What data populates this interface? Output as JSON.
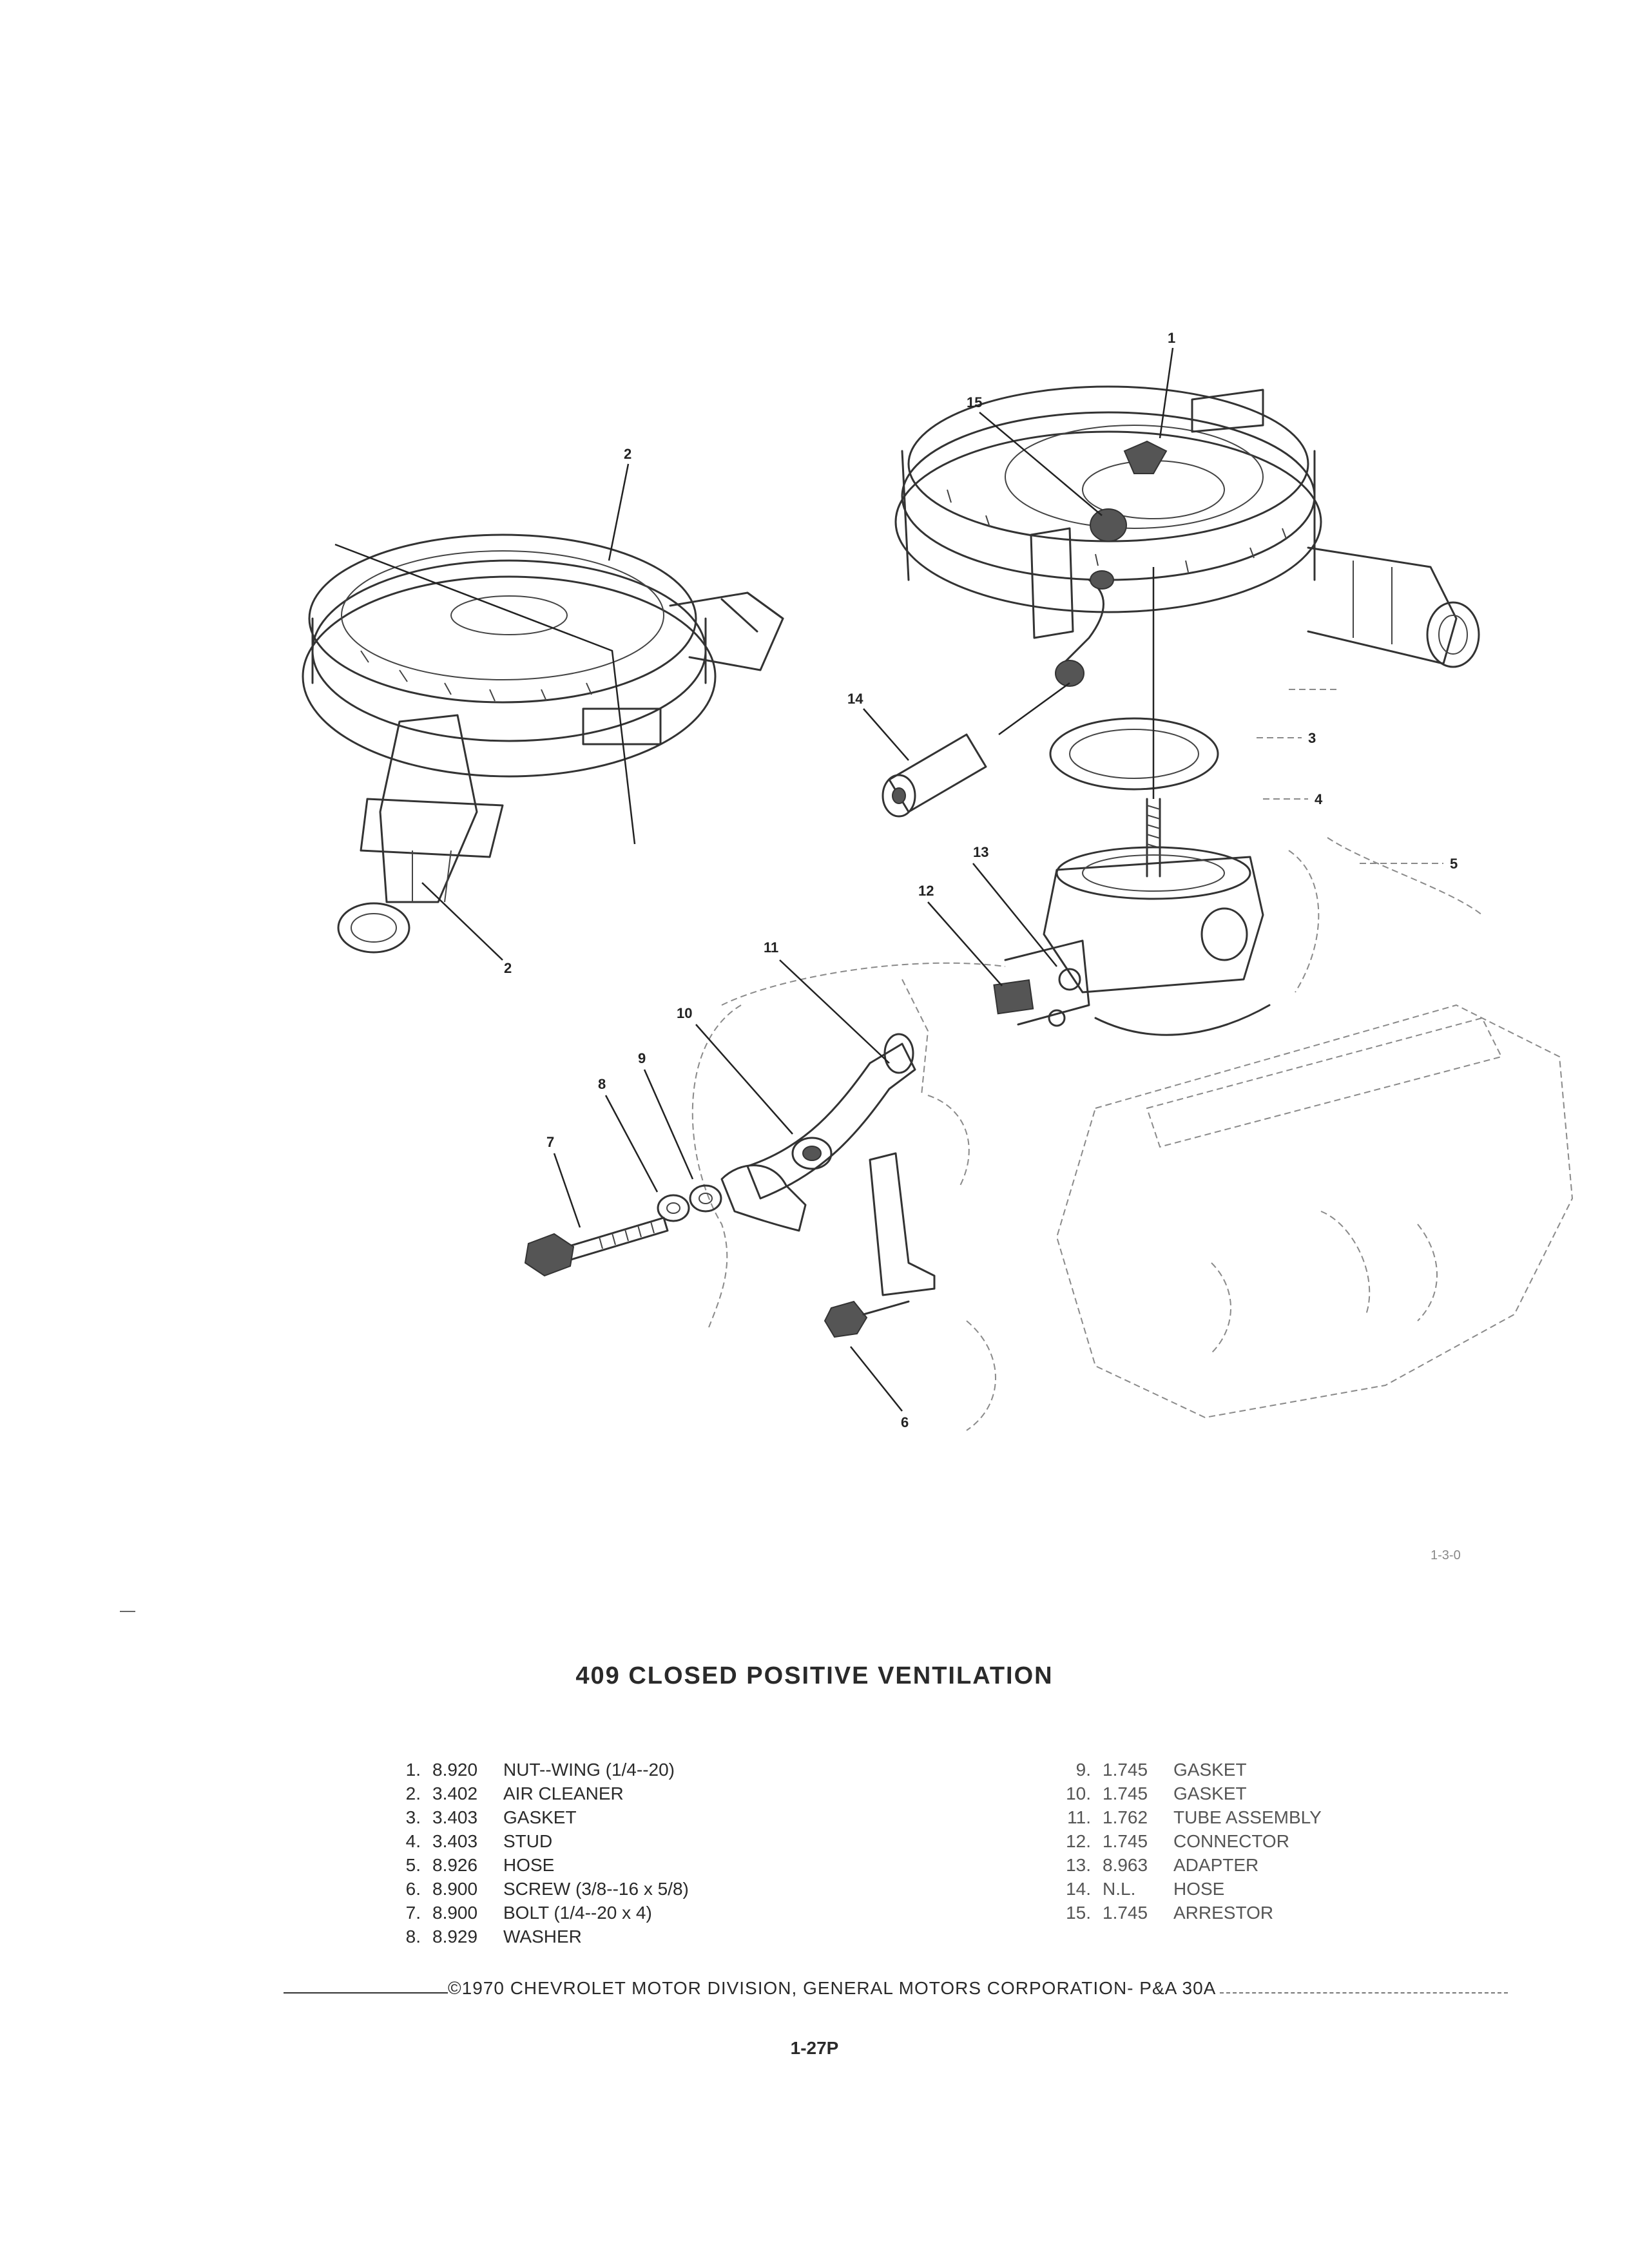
{
  "figure": {
    "callouts": [
      "1",
      "2",
      "2",
      "3",
      "4",
      "5",
      "6",
      "7",
      "8",
      "9",
      "10",
      "11",
      "12",
      "13",
      "14",
      "15"
    ],
    "corner_code": "1-3-0"
  },
  "title": "409 CLOSED POSITIVE VENTILATION",
  "parts": {
    "left": [
      {
        "num": "1.",
        "group": "8.920",
        "name": "NUT--WING (1/4--20)"
      },
      {
        "num": "2.",
        "group": "3.402",
        "name": "AIR CLEANER"
      },
      {
        "num": "3.",
        "group": "3.403",
        "name": "GASKET"
      },
      {
        "num": "4.",
        "group": "3.403",
        "name": "STUD"
      },
      {
        "num": "5.",
        "group": "8.926",
        "name": "HOSE"
      },
      {
        "num": "6.",
        "group": "8.900",
        "name": "SCREW (3/8--16 x 5/8)"
      },
      {
        "num": "7.",
        "group": "8.900",
        "name": "BOLT (1/4--20 x 4)"
      },
      {
        "num": "8.",
        "group": "8.929",
        "name": "WASHER"
      }
    ],
    "right": [
      {
        "num": "9.",
        "group": "1.745",
        "name": "GASKET"
      },
      {
        "num": "10.",
        "group": "1.745",
        "name": "GASKET"
      },
      {
        "num": "11.",
        "group": "1.762",
        "name": "TUBE ASSEMBLY"
      },
      {
        "num": "12.",
        "group": "1.745",
        "name": "CONNECTOR"
      },
      {
        "num": "13.",
        "group": "8.963",
        "name": "ADAPTER"
      },
      {
        "num": "14.",
        "group": "N.L.",
        "name": "HOSE"
      },
      {
        "num": "15.",
        "group": "1.745",
        "name": "ARRESTOR"
      }
    ]
  },
  "copyright": "©1970 CHEVROLET MOTOR DIVISION, GENERAL MOTORS CORPORATION- P&A 30A",
  "page_number": "1-27P"
}
